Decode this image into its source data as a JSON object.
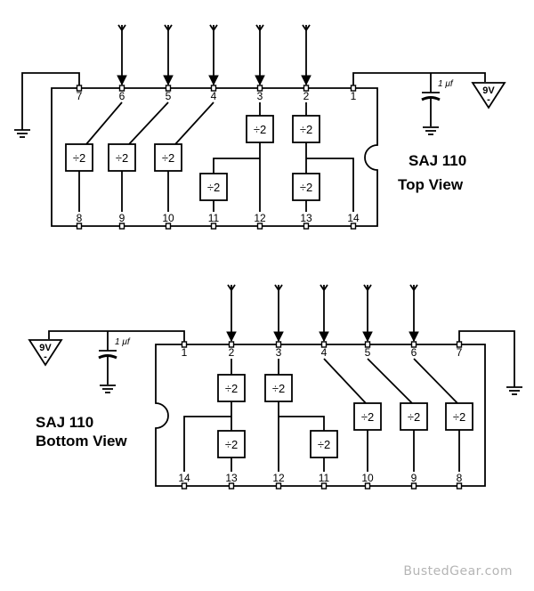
{
  "top_view": {
    "title_line1": "SAJ 110",
    "title_line2": "Top View",
    "divider_label": "÷2",
    "capacitor_label": "1 μf",
    "battery_label": "9V",
    "battery_minus": "-",
    "pins": [
      "1",
      "2",
      "3",
      "4",
      "5",
      "6",
      "7",
      "8",
      "9",
      "10",
      "11",
      "12",
      "13",
      "14"
    ]
  },
  "bottom_view": {
    "title_line1": "SAJ 110",
    "title_line2": "Bottom View",
    "divider_label": "÷2",
    "capacitor_label": "1 μf",
    "battery_label": "9V",
    "battery_minus": "-",
    "pins": [
      "1",
      "2",
      "3",
      "4",
      "5",
      "6",
      "7",
      "8",
      "9",
      "10",
      "11",
      "12",
      "13",
      "14"
    ]
  },
  "watermark": "BustedGear.com"
}
